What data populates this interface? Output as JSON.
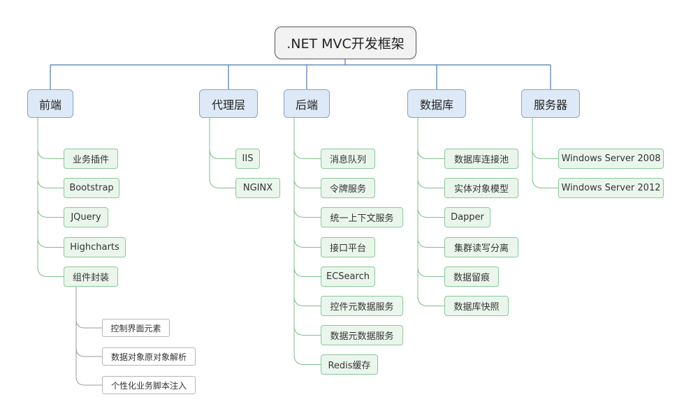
{
  "root": {
    "label": ".NET MVC开发框架"
  },
  "categories": [
    {
      "label": "前端",
      "items": [
        "业务插件",
        "Bootstrap",
        "JQuery",
        "Highcharts",
        "组件封装"
      ],
      "sub_items": [
        "控制界面元素",
        "数据对象原对象解析",
        "个性化业务脚本注入"
      ]
    },
    {
      "label": "代理层",
      "items": [
        "IIS",
        "NGINX"
      ]
    },
    {
      "label": "后端",
      "items": [
        "消息队列",
        "令牌服务",
        "统一上下文服务",
        "接口平台",
        "ECSearch",
        "控件元数据服务",
        "数据元数据服务",
        "Redis缓存"
      ]
    },
    {
      "label": "数据库",
      "items": [
        "数据库连接池",
        "实体对象模型",
        "Dapper",
        "集群读写分离",
        "数据留痕",
        "数据库快照"
      ]
    },
    {
      "label": "服务器",
      "items": [
        "Windows Server 2008",
        "Windows Server 2012"
      ]
    }
  ],
  "colors": {
    "root_line": "#4a7ab8",
    "front_line": "#7fbf8e",
    "sub_line": "#999999"
  }
}
